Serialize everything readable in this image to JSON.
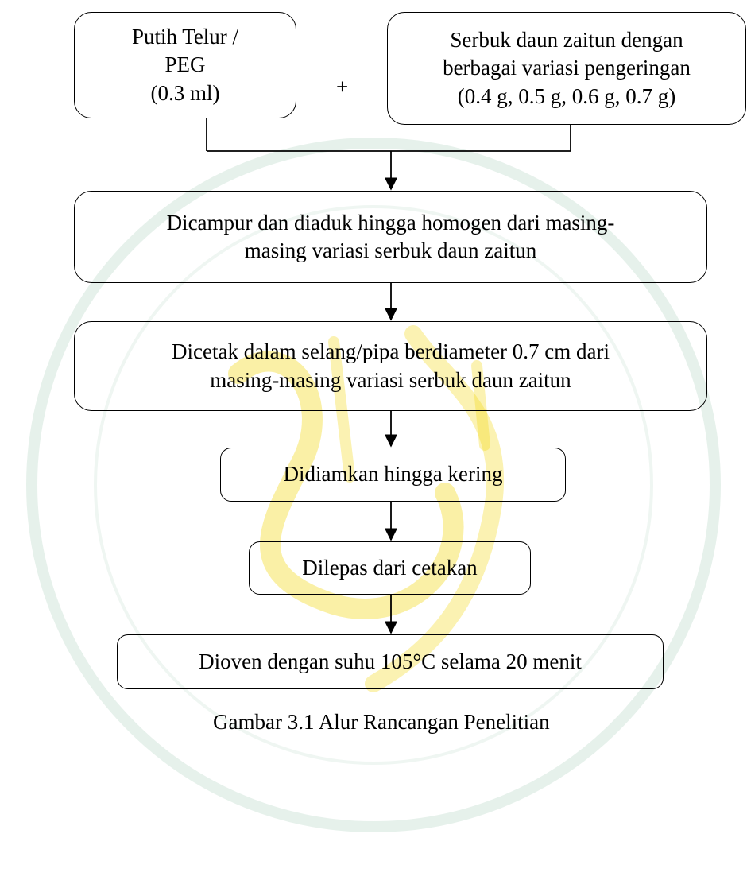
{
  "diagram": {
    "nodes": {
      "putih_telur": "Putih Telur /\nPEG\n(0.3 ml)",
      "serbuk": "Serbuk daun zaitun dengan\nberbagai variasi pengeringan\n(0.4 g, 0.5 g, 0.6 g, 0.7 g)",
      "dicampur": "Dicampur dan diaduk hingga homogen dari masing-\nmasing variasi serbuk daun zaitun",
      "dicetak": "Dicetak dalam selang/pipa berdiameter 0.7 cm dari\nmasing-masing variasi serbuk daun zaitun",
      "didiamkan": "Didiamkan hingga kering",
      "dilepas": "Dilepas dari cetakan",
      "dioven": "Dioven dengan suhu 105°C selama 20 menit"
    },
    "plus_sign": "+",
    "caption": "Gambar 3.1 Alur Rancangan Penelitian",
    "edges": [
      [
        "putih_telur",
        "dicampur"
      ],
      [
        "serbuk",
        "dicampur"
      ],
      [
        "dicampur",
        "dicetak"
      ],
      [
        "dicetak",
        "didiamkan"
      ],
      [
        "didiamkan",
        "dilepas"
      ],
      [
        "dilepas",
        "dioven"
      ]
    ]
  },
  "colors": {
    "line": "#000000",
    "watermark_green": "#2e8b57",
    "watermark_yellow": "#f2d300"
  }
}
